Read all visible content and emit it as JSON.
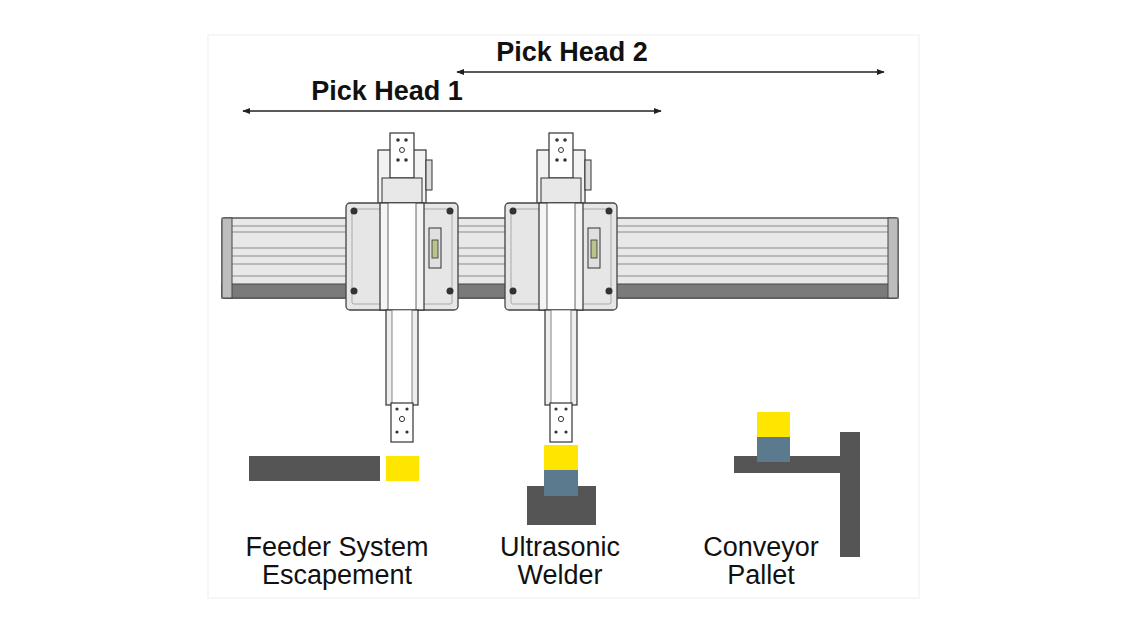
{
  "diagram": {
    "labels": [
      "Pick Head 2",
      "Pick Head 1",
      "Feeder System Escapement",
      "Ultrasonic Welder",
      "Conveyor Pallet"
    ]
  }
}
